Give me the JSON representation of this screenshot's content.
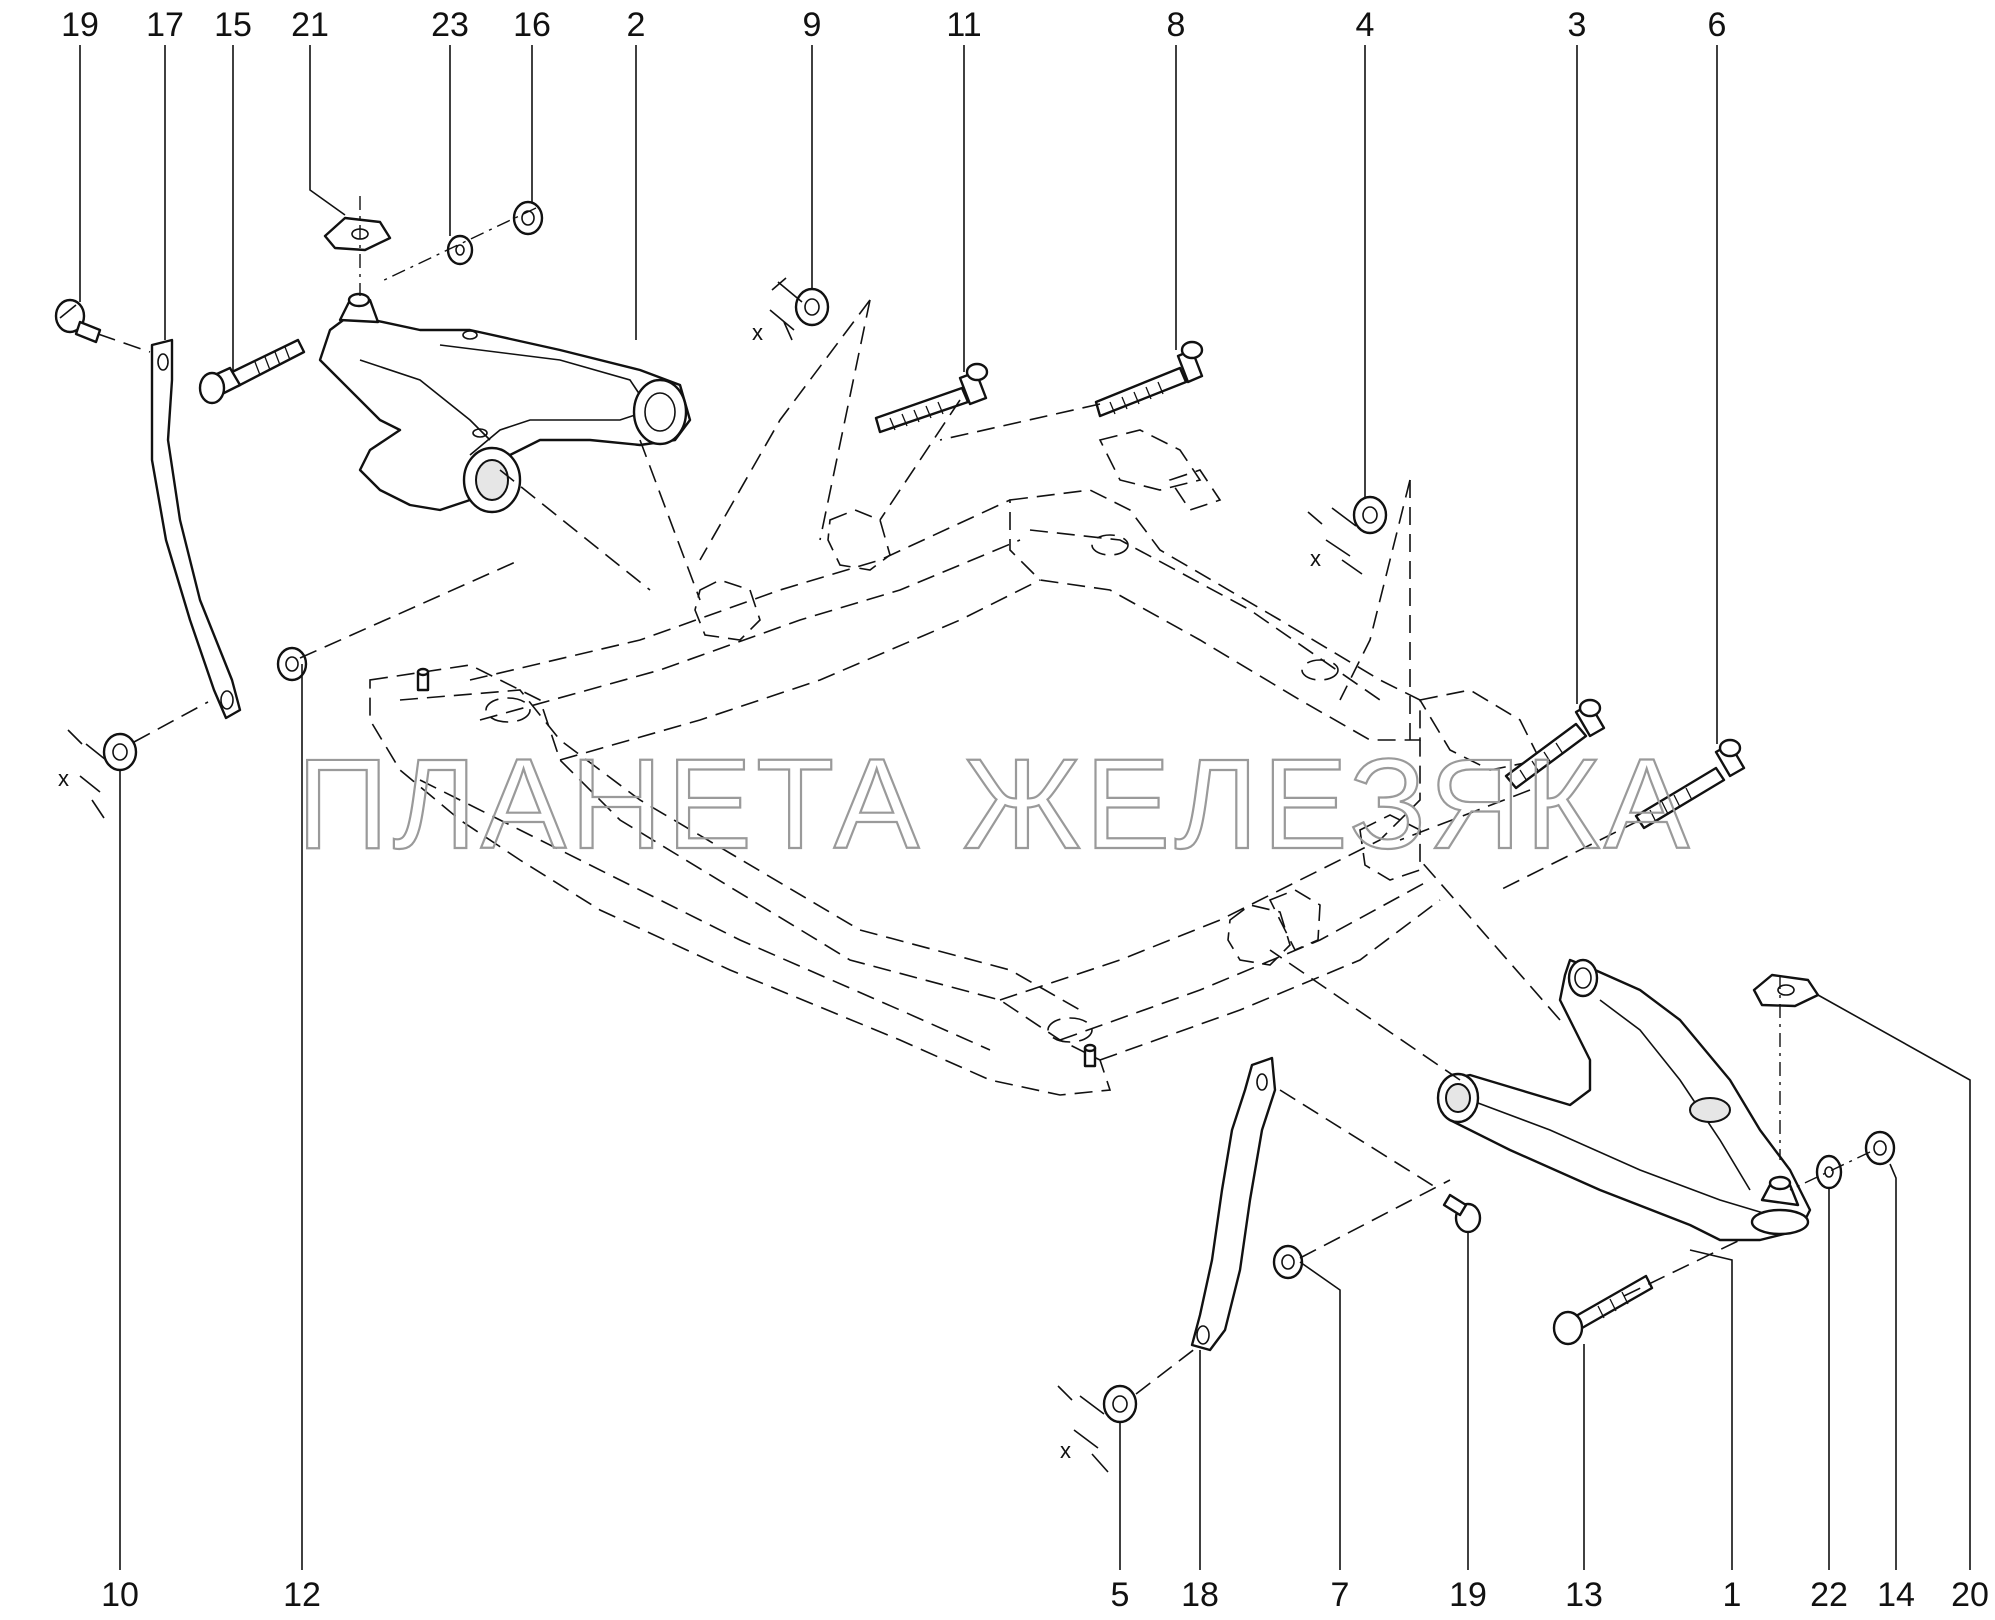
{
  "diagram": {
    "callouts_top": [
      "19",
      "17",
      "15",
      "21",
      "23",
      "16",
      "2",
      "9",
      "11",
      "8",
      "4",
      "3",
      "6"
    ],
    "callouts_bottom": [
      "10",
      "12",
      "5",
      "18",
      "7",
      "19",
      "13",
      "1",
      "22",
      "14",
      "20"
    ],
    "dimension_marks": [
      "x",
      "x",
      "x",
      "x"
    ],
    "watermark": "ПЛАНЕТА ЖЕЛЕЗЯКА"
  }
}
